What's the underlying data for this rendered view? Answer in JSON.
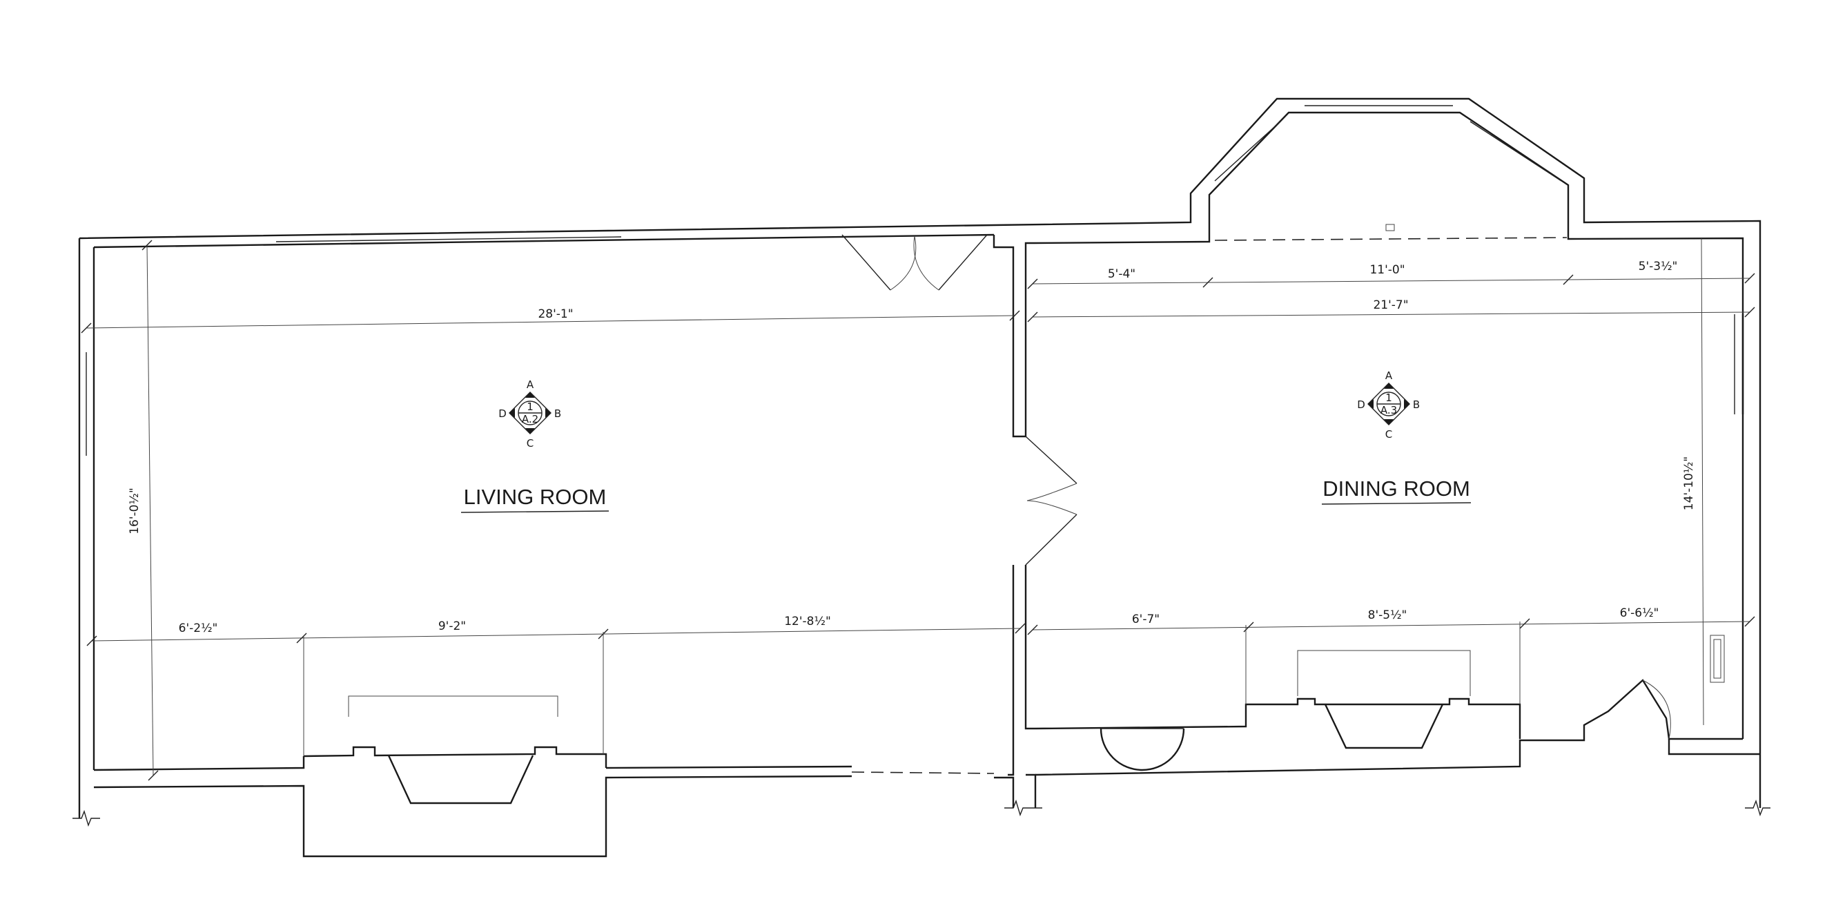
{
  "rooms": {
    "living": "LIVING ROOM",
    "dining": "DINING ROOM"
  },
  "markers": {
    "living": {
      "top": "A",
      "right": "B",
      "bottom": "C",
      "left": "D",
      "number": "1",
      "sheet": "A.2"
    },
    "dining": {
      "top": "A",
      "right": "B",
      "bottom": "C",
      "left": "D",
      "number": "1",
      "sheet": "A.3"
    }
  },
  "dimensions": {
    "living_width": "28'-1\"",
    "living_height": "16'-0½\"",
    "living_bottom_1": "6'-2½\"",
    "living_bottom_2": "9'-2\"",
    "living_bottom_3": "12'-8½\"",
    "dining_top_1": "5'-4\"",
    "dining_top_2": "11'-0\"",
    "dining_top_3": "5'-3½\"",
    "dining_width": "21'-7\"",
    "dining_height": "14'-10½\"",
    "dining_bottom_1": "6'-7\"",
    "dining_bottom_2": "8'-5½\"",
    "dining_bottom_3": "6'-6½\""
  }
}
